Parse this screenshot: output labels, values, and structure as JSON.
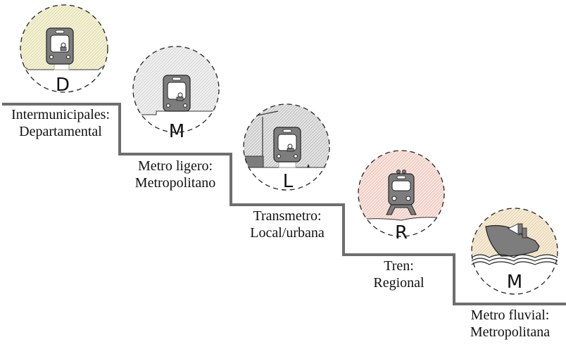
{
  "title": "Niveles de transporte",
  "levels": [
    {
      "letter": "D",
      "mode": "Intermunicipales:",
      "scope": "Departamental",
      "icon": "tram-icon",
      "fill": "#f2efc8"
    },
    {
      "letter": "M",
      "mode": "Metro ligero:",
      "scope": "Metropolitano",
      "icon": "tram-icon",
      "fill": "#e6e6e6"
    },
    {
      "letter": "L",
      "mode": "Transmetro:",
      "scope": "Local/urbana",
      "icon": "bus-icon",
      "fill": "#d8d8d8"
    },
    {
      "letter": "R",
      "mode": "Tren:",
      "scope": "Regional",
      "icon": "train-icon",
      "fill": "#f4cfc6"
    },
    {
      "letter": "M",
      "mode": "Metro fluvial:",
      "scope": "Metropolitana",
      "icon": "ship-icon",
      "fill": "#efdcbc"
    }
  ],
  "colors": {
    "staircase": "#6e6e6e",
    "vehicle": "#7d7d7d",
    "outline": "#222222"
  }
}
